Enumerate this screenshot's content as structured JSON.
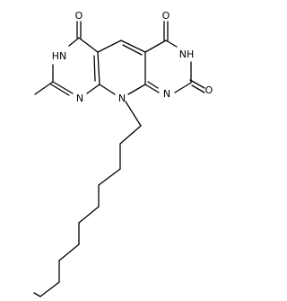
{
  "diagram": {
    "atoms": [
      {
        "id": "o_top_left",
        "label": "O"
      },
      {
        "id": "o_top_right",
        "label": "O"
      },
      {
        "id": "o_right",
        "label": "O"
      },
      {
        "id": "hn_left",
        "label": "HN"
      },
      {
        "id": "nh_right",
        "label": "NH"
      },
      {
        "id": "n_left",
        "label": "N"
      },
      {
        "id": "n_center",
        "label": "N"
      },
      {
        "id": "n_right",
        "label": "N"
      }
    ],
    "colors": {
      "bond": "#000000",
      "text": "#000000",
      "background": "#ffffff"
    }
  }
}
